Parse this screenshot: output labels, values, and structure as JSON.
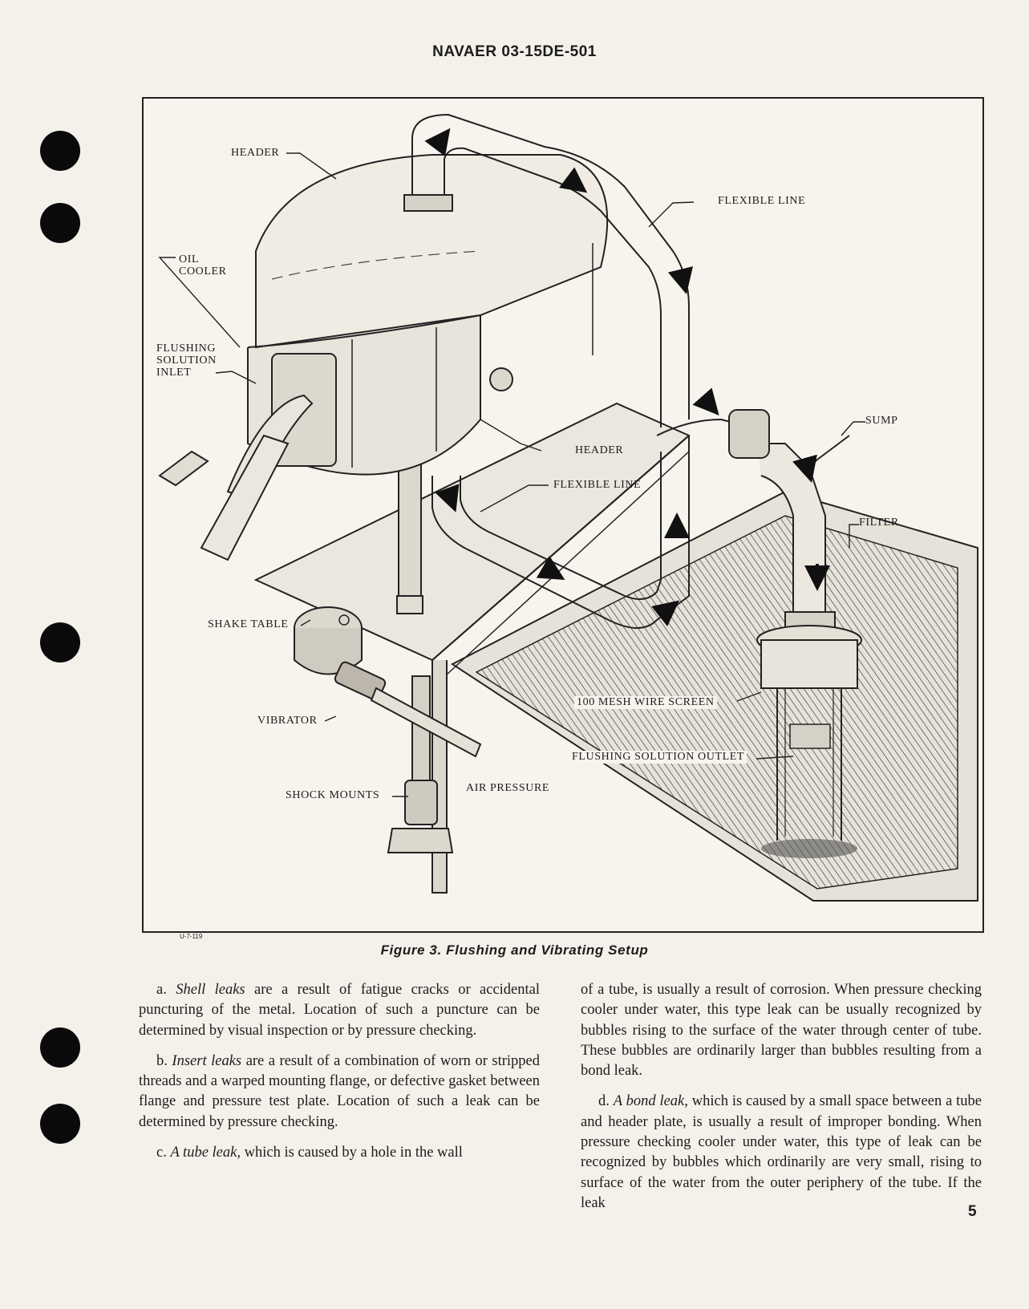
{
  "header": {
    "doc_number": "NAVAER 03-15DE-501"
  },
  "figure": {
    "caption": "Figure 3. Flushing and Vibrating Setup",
    "id_code": "U-7-119",
    "labels": {
      "header_top": "HEADER",
      "oil_cooler_1": "OIL",
      "oil_cooler_2": "COOLER",
      "flushing_inlet_1": "FLUSHING",
      "flushing_inlet_2": "SOLUTION",
      "flushing_inlet_3": "INLET",
      "header_bottom": "HEADER",
      "flexible_line_top": "FLEXIBLE LINE",
      "flexible_line_mid": "FLEXIBLE LINE",
      "sump": "SUMP",
      "filter": "FILTER",
      "shake_table": "SHAKE TABLE",
      "vibrator": "VIBRATOR",
      "shock_mounts": "SHOCK MOUNTS",
      "air_pressure": "AIR PRESSURE",
      "wire_screen": "100 MESH WIRE SCREEN",
      "flushing_outlet": "FLUSHING SOLUTION OUTLET"
    }
  },
  "body": {
    "a_label": "a.",
    "a_term": "Shell leaks",
    "a_text": "are a result of fatigue cracks or accidental puncturing of the metal. Location of such a puncture can be determined by visual inspection or by pressure checking.",
    "b_label": "b.",
    "b_term": "Insert leaks",
    "b_text": "are a result of a combination of worn or stripped threads and a warped mounting flange, or defective gasket between flange and pressure test plate. Location of such a leak can be determined by pressure checking.",
    "c_label": "c.",
    "c_term": "A tube leak,",
    "c_text": "which is caused by a hole in the wall",
    "c_cont": "of a tube, is usually a result of corrosion. When pressure checking cooler under water, this type leak can be usually recognized by bubbles rising to the surface of the water through center of tube. These bubbles are ordinarily larger than bubbles resulting from a bond leak.",
    "d_label": "d.",
    "d_term": "A bond leak,",
    "d_text": "which is caused by a small space between a tube and header plate, is usually a result of improper bonding. When pressure checking cooler under water, this type of leak can be recognized by bubbles which ordinarily are very small, rising to surface of the water from the outer periphery of the tube. If the leak"
  },
  "page_number": "5"
}
